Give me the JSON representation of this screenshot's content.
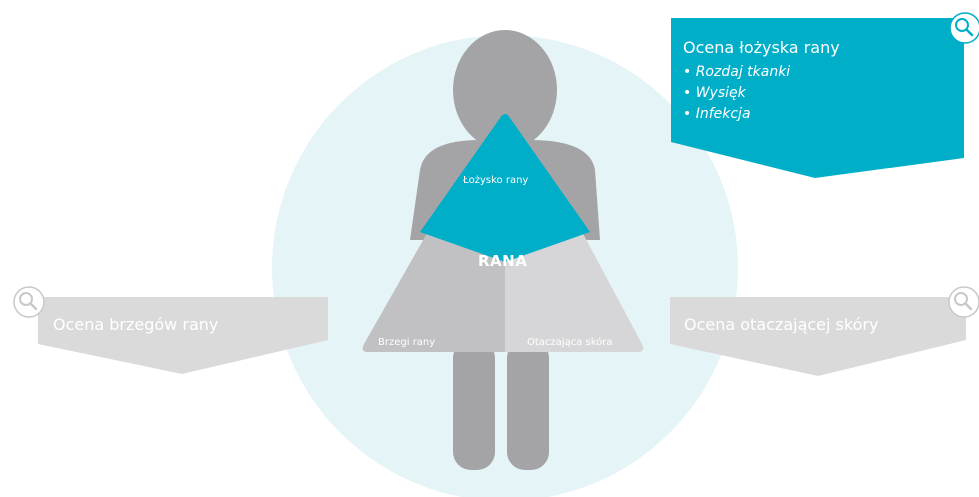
{
  "panels": {
    "wound_bed": {
      "title": "Ocena łożyska rany",
      "bullets": [
        "• Rozdaj tkanki",
        "• Wysięk",
        "• Infekcja"
      ]
    },
    "wound_edges": {
      "title": "Ocena brzegów rany"
    },
    "surrounding_skin": {
      "title": "Ocena otaczającej skóry"
    }
  },
  "figure": {
    "bed_label": "Łożysko rany",
    "center_label": "RANA",
    "edges_label": "Brzegi rany",
    "skin_label": "Otaczająca skóra"
  },
  "colors": {
    "accent": "#00aec8",
    "background_circle": "#e4f4f7",
    "figure_gray": "#a4a4a6",
    "edges_gray": "#c1c1c3",
    "skin_gray": "#d6d6d8",
    "panel_gray": "#dadadb"
  },
  "icons": [
    "magnify-icon"
  ]
}
